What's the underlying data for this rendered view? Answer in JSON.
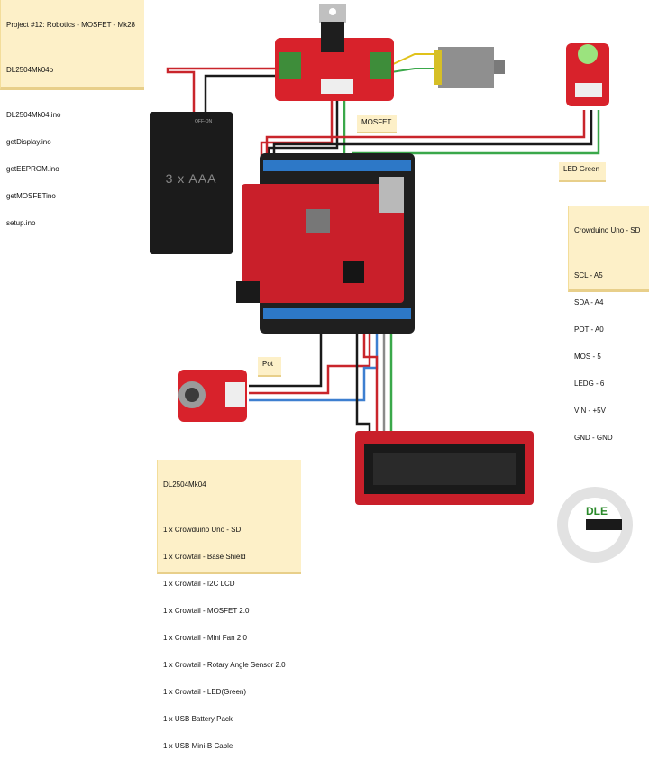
{
  "project_note": {
    "lines": [
      "Project #12: Robotics - MOSFET - Mk28",
      "",
      "DL2504Mk04p",
      "",
      "DL2504Mk04.ino",
      "getDisplay.ino",
      "getEEPROM.ino",
      "getMOSFETino",
      "setup.ino"
    ]
  },
  "connections_note": {
    "lines": [
      "Crowduino Uno - SD",
      "",
      "SCL - A5",
      "SDA - A4",
      "POT - A0",
      "MOS - 5",
      "LEDG - 6",
      "VIN - +5V",
      "GND - GND"
    ]
  },
  "parts_note": {
    "lines": [
      "DL2504Mk04",
      "",
      "1 x Crowduino Uno - SD",
      "1 x Crowtail - Base Shield",
      "1 x Crowtail - I2C LCD",
      "1 x Crowtail - MOSFET 2.0",
      "1 x Crowtail - Mini Fan 2.0",
      "1 x Crowtail - Rotary Angle Sensor 2.0",
      "1 x Crowtail - LED(Green)",
      "1 x USB Battery Pack",
      "1 x USB Mini-B Cable"
    ]
  },
  "labels": {
    "mosfet": "MOSFET",
    "led_green": "LED Green",
    "pot": "Pot",
    "battery": "3 x AAA",
    "battery_switch": "OFF-ON",
    "logo": "DLE"
  },
  "wire_colors": {
    "red": "#c9252b",
    "black": "#1a1a1a",
    "green": "#3aa84a",
    "blue": "#3d7fd0",
    "yellow": "#e0c21a",
    "grey": "#8a8a8a"
  }
}
